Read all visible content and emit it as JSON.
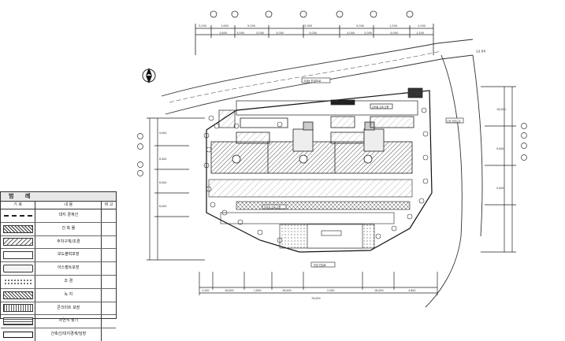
{
  "labels": {
    "north_road": "TOM 진입도로",
    "top_building": "관리동 신축 건물",
    "right_label": "출입 진입도로",
    "bottom_label": "진입 진입로",
    "parking_mid": "주차장 신축 건물",
    "road_right": "도로 경계"
  },
  "top_dims": [
    "3,000",
    "1,600",
    "9,000",
    "25,000",
    "9,000",
    "1,500",
    "3,000"
  ],
  "top_dims2": [
    "1,600",
    "3,000",
    "3,000",
    "3,000",
    "3,000",
    "3,000",
    "3,000",
    "3,000",
    "1,500"
  ],
  "bottom_dims": [
    "2,200",
    "18,000",
    "1,800",
    "18,000",
    "2,500",
    "16,000",
    "4,800"
  ],
  "bottom_total": "76,000",
  "left_dims": [
    "9,000",
    "8,000",
    "8,000",
    "8,000"
  ],
  "right_dims": [
    "18,000",
    "9,000",
    "9,000"
  ],
  "legend": {
    "title": "범 례",
    "headers": [
      "기 호",
      "내 용",
      "비 고"
    ],
    "rows": [
      {
        "desc": "대지 경계선"
      },
      {
        "desc": "건 축 물"
      },
      {
        "desc": "주차구획/조경"
      },
      {
        "desc": "보도블럭포장"
      },
      {
        "desc": "아스팔트포장"
      },
      {
        "desc": "조 경"
      },
      {
        "desc": "녹 지"
      },
      {
        "desc": "콘크리트 포장"
      },
      {
        "desc": "자연석 쌓기"
      },
      {
        "desc": "건축선/대지경계/담장"
      }
    ]
  }
}
